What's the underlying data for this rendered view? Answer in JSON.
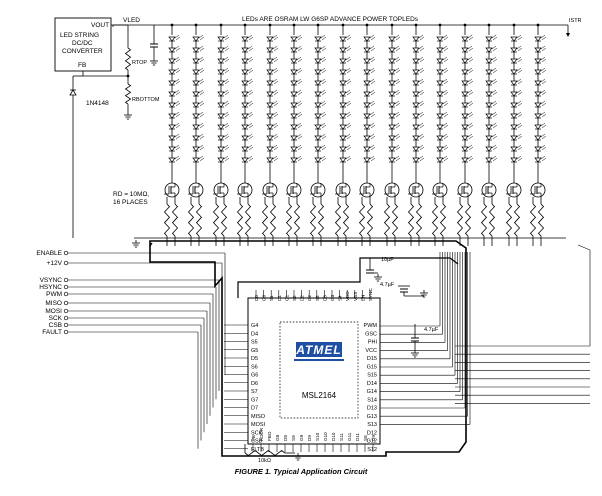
{
  "converter": {
    "line1": "LED STRING",
    "line2": "DC/DC",
    "line3": "CONVERTER",
    "vout": "VOUT",
    "fb": "FB"
  },
  "labels": {
    "vled": "VLED",
    "rtop": "RTOP",
    "rbottom": "RBOTTOM",
    "diode": "1N4148",
    "leds_note": "LEDs ARE OSRAM LW G6SP ADVANCE POWER TOPLEDs",
    "istr": "ISTR",
    "rd_line1": "RD = 10MΩ,",
    "rd_line2": "16 PLACES",
    "cap1": "10µF",
    "cap2": "4.7µF",
    "cap3": "4.7µF",
    "res_bottom": "10kΩ",
    "ic_name": "MSL2164",
    "logo": "ATMEL",
    "caption": "FIGURE 1. Typical Application Circuit"
  },
  "inputs": [
    "ENABLE",
    "+12V",
    "VSYNC",
    "HSYNC",
    "PWM",
    "MISO",
    "MOSI",
    "SCK",
    "CSB",
    "FAULT"
  ],
  "ic_left_pins": [
    "G4",
    "D4",
    "S5",
    "G5",
    "D5",
    "S6",
    "G6",
    "D6",
    "S7",
    "G7",
    "D7",
    "MISO",
    "MOSI",
    "SCK",
    "CSB",
    "FLTB"
  ],
  "ic_right_pins": [
    "PWM",
    "GSC",
    "PHI",
    "VCC",
    "D15",
    "G15",
    "S15",
    "D14",
    "G14",
    "S14",
    "D13",
    "G13",
    "S13",
    "D12",
    "G12",
    "S12"
  ],
  "ic_top_pins": [
    "D0",
    "G0",
    "S1",
    "D1",
    "G1",
    "S2",
    "D2",
    "G2",
    "S3",
    "D3",
    "G3",
    "S4",
    "VDD",
    "VSS",
    "EN",
    "SYNC"
  ],
  "ic_bottom_pins": [
    "FB",
    "ADDR",
    "FBO",
    "G8",
    "D8",
    "S9",
    "G9",
    "D9",
    "S10",
    "G10",
    "D10",
    "S11",
    "G11",
    "D11",
    "S8",
    "D9"
  ],
  "colors": {
    "line": "#000000",
    "logo_blue": "#1f4fa3",
    "background": "#ffffff"
  },
  "icons": {
    "led": "led-arrow-icon",
    "mosfet": "mosfet-icon",
    "ground": "ground-icon"
  }
}
